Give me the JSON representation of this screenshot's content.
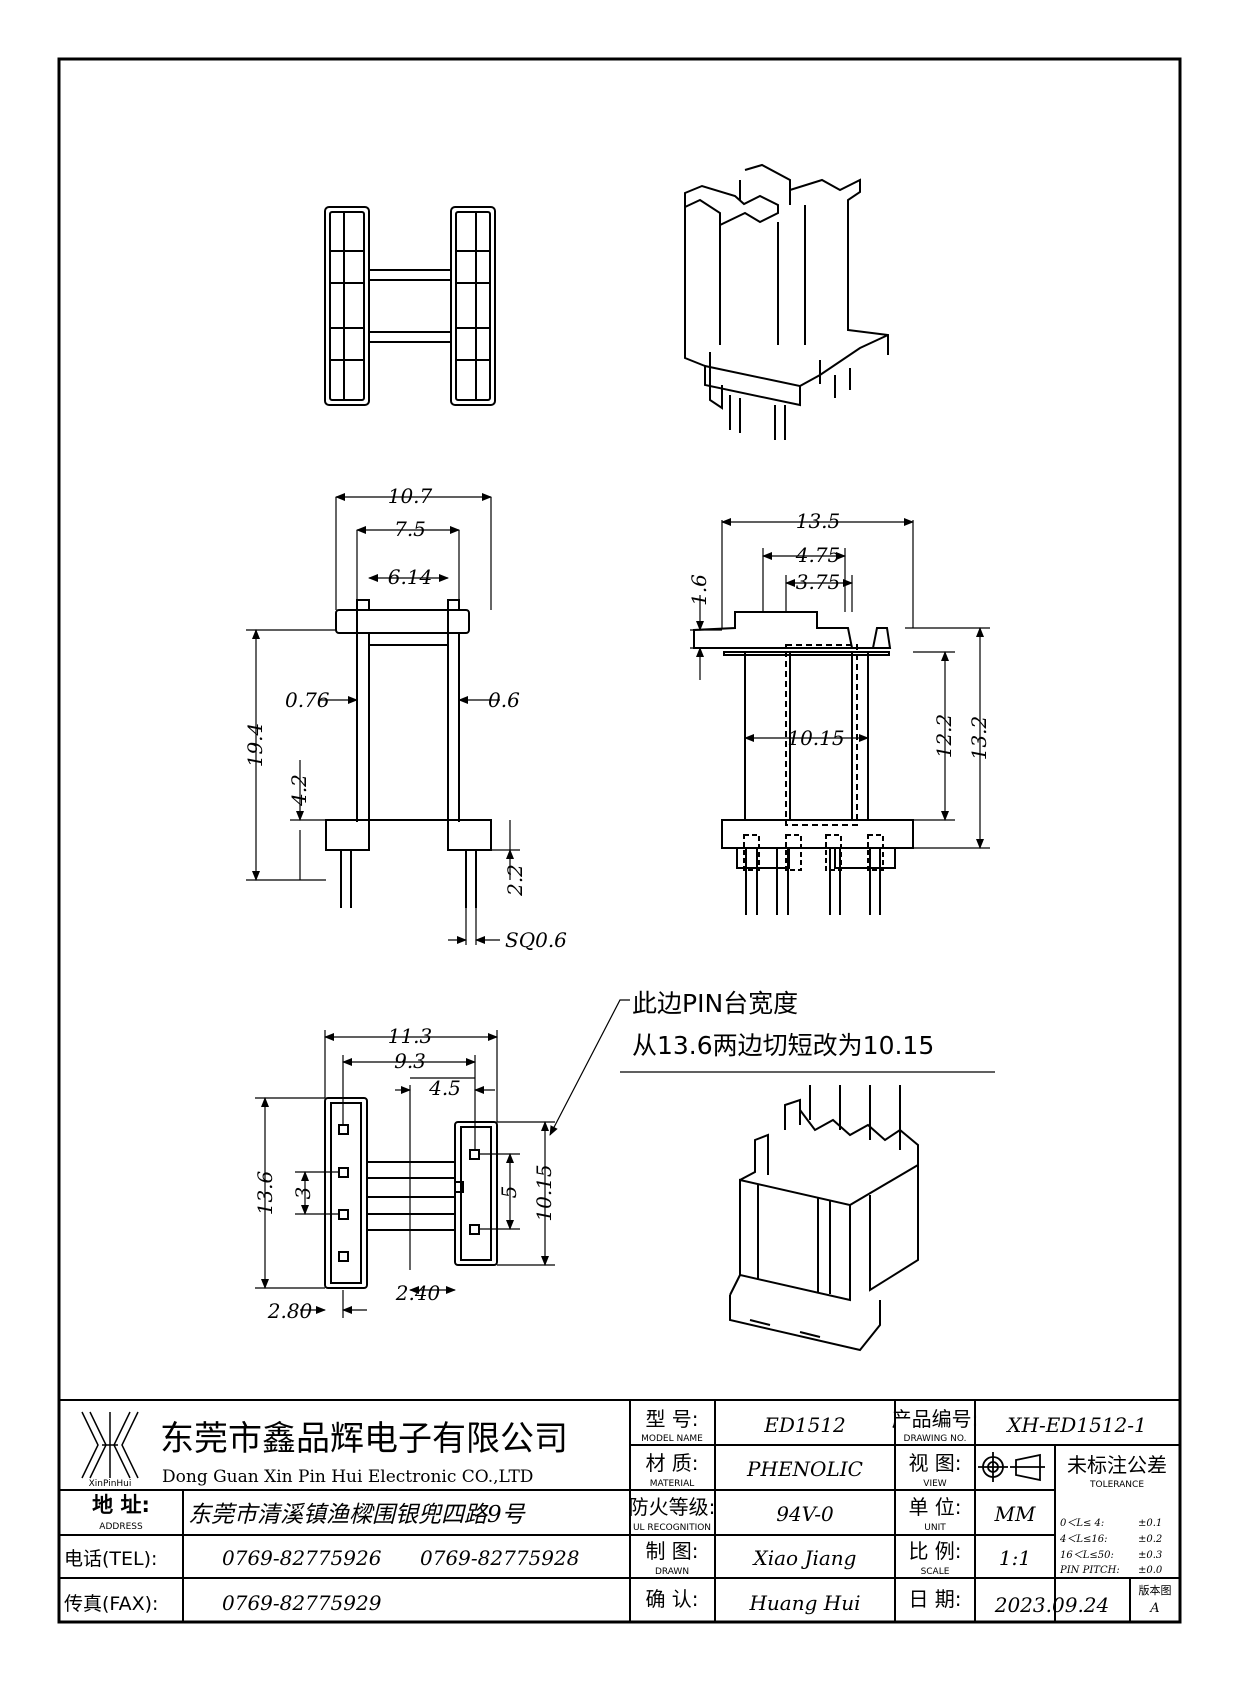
{
  "note": {
    "line1": "此边PIN台宽度",
    "line2": "从13.6两边切短改为10.15"
  },
  "side_view_dims": {
    "overall_width": "10.7",
    "inner_width": "7.5",
    "core_width": "6.14",
    "left_wall": "0.76",
    "right_wall": "0.6",
    "height": "19.4",
    "base_height": "4.2",
    "pin_length": "2.2",
    "pin_size": "SQ0.6"
  },
  "front_view_dims": {
    "overall_width": "13.5",
    "slot_width": "4.75",
    "core_width": "3.75",
    "flange": "1.6",
    "window_width": "10.15",
    "window_height": "12.2",
    "total_height": "13.2"
  },
  "bottom_view_dims": {
    "overall_width": "11.3",
    "inner_width": "9.3",
    "half_width": "4.5",
    "left_height": "13.6",
    "pin_pitch_small": "3",
    "right_pitch": "5",
    "right_height": "10.15",
    "core_offset": "2.40",
    "pin_offset": "2.80"
  },
  "title_block": {
    "logo_text": "XinPinHui",
    "company_cn": "东莞市鑫品辉电子有限公司",
    "company_en": "Dong Guan Xin Pin Hui Electronic CO.,LTD",
    "address_label_cn": "地  址:",
    "address_label_en": "ADDRESS",
    "address_value": "东莞市清溪镇渔樑围银兜四路9号",
    "tel_label": "电话(TEL):",
    "tel_value_1": "0769-82775926",
    "tel_value_2": "0769-82775928",
    "fax_label": "传真(FAX):",
    "fax_value": "0769-82775929",
    "model_label_cn": "型  号:",
    "model_label_en": "MODEL NAME",
    "model_value": "ED1512",
    "material_label_cn": "材  质:",
    "material_label_en": "MATERIAL",
    "material_value": "PHENOLIC",
    "ul_label_cn": "防火等级:",
    "ul_label_en": "UL RECOGNITION",
    "ul_value": "94V-0",
    "drawn_label_cn": "制  图:",
    "drawn_label_en": "DRAWN",
    "drawn_value": "Xiao Jiang",
    "check_label_cn": "确  认:",
    "check_value": "Huang Hui",
    "drawing_no_label_cn": "产品编号:",
    "drawing_no_label_en": "DRAWING NO.",
    "drawing_no_value": "XH-ED1512-1",
    "view_label_cn": "视  图:",
    "view_label_en": "VIEW",
    "unit_label_cn": "单  位:",
    "unit_label_en": "UNIT",
    "unit_value": "MM",
    "scale_label_cn": "比  例:",
    "scale_label_en": "SCALE",
    "scale_value": "1:1",
    "date_label_cn": "日  期:",
    "date_value": "2023.09.24",
    "tolerance_title_cn": "未标注公差",
    "tolerance_title_en": "TOLERANCE",
    "tol_row1_range": "0＜L≤ 4:",
    "tol_row1_value": "±0.1",
    "tol_row2_range": "4＜L≤16:",
    "tol_row2_value": "±0.2",
    "tol_row3_range": "16＜L≤50:",
    "tol_row3_value": "±0.3",
    "tol_row4_range": "PIN PITCH:",
    "tol_row4_value": "±0.0",
    "version_label": "版本图",
    "version_value": "A"
  }
}
